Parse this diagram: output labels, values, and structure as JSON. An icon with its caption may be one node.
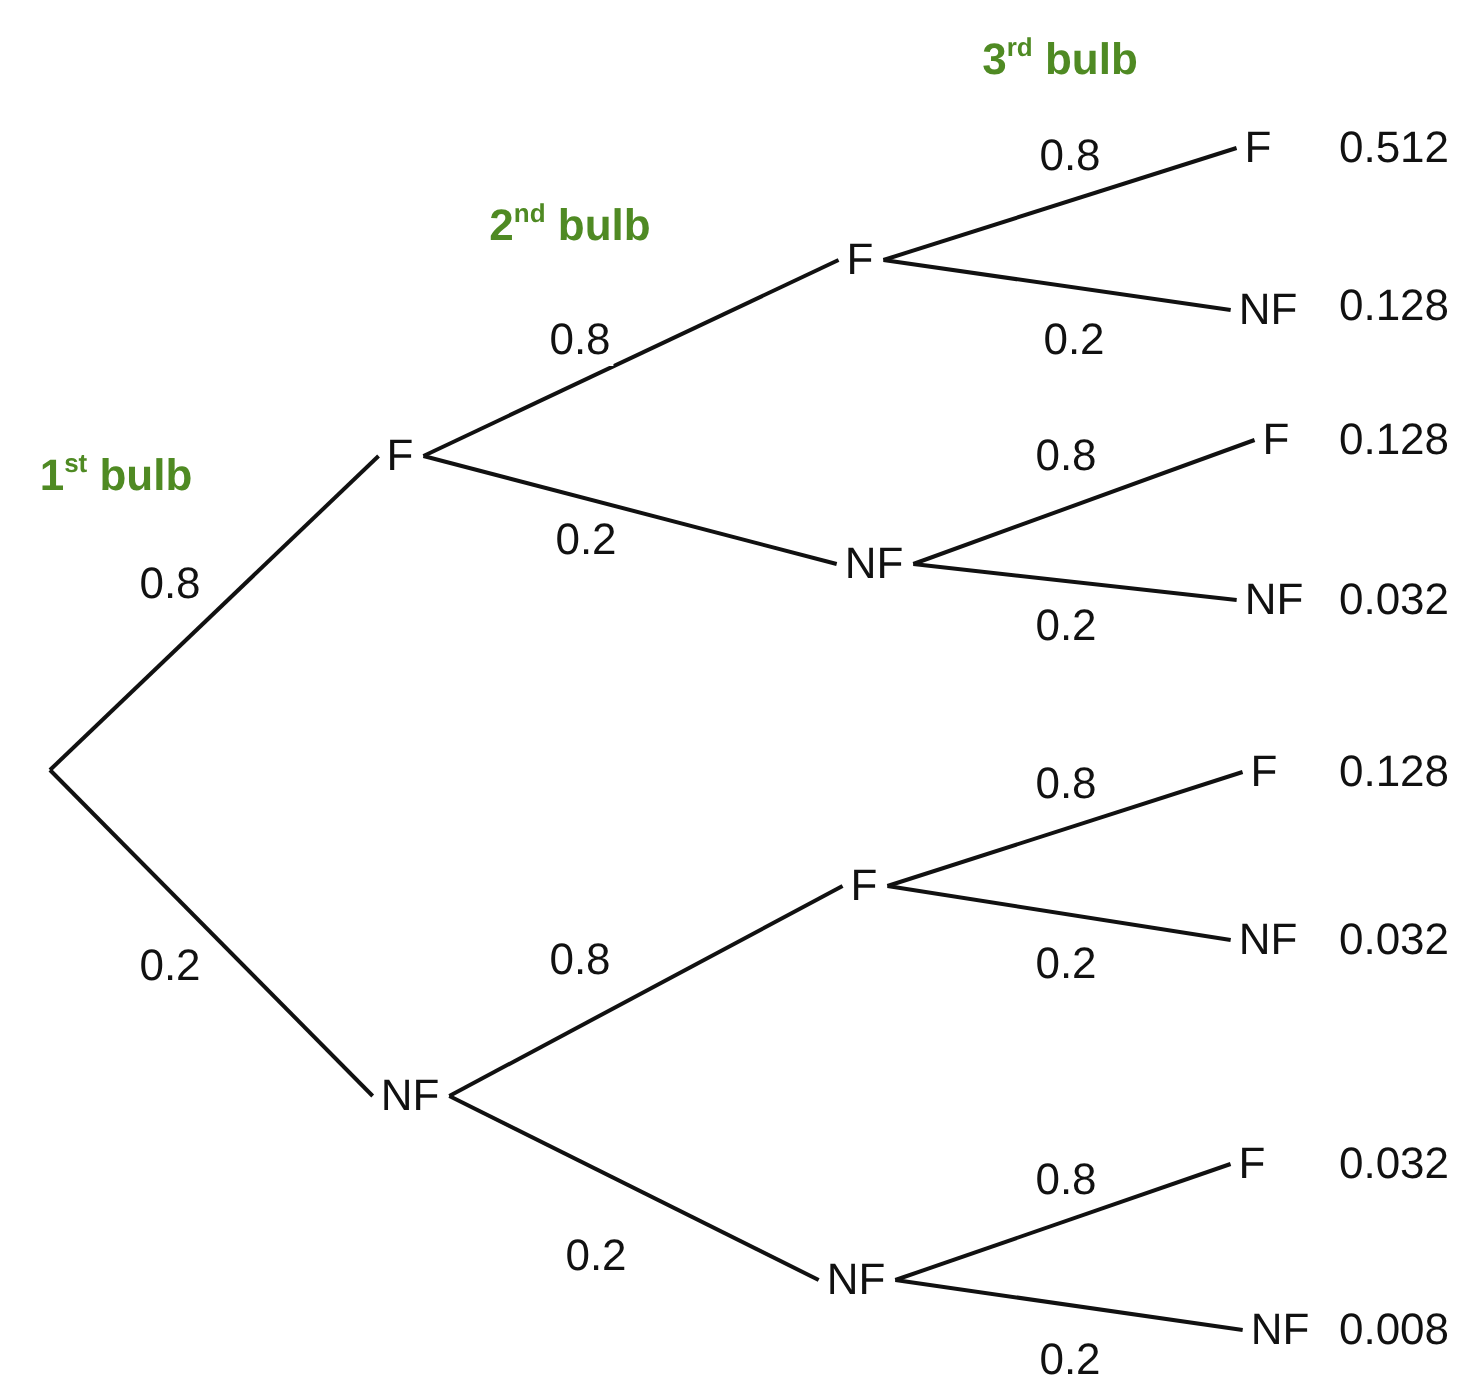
{
  "diagram": {
    "nodes": [
      {
        "text": [
          "F"
        ]
      },
      {
        "text": [
          "NF"
        ]
      },
      {
        "text": [
          "F"
        ]
      },
      {
        "text": [
          "NF"
        ]
      },
      {
        "text": [
          "F"
        ]
      },
      {
        "text": [
          "NF"
        ]
      },
      {
        "text": [
          "F"
        ],
        "beside": [
          "0.512"
        ]
      },
      {
        "text": [
          "NF"
        ],
        "beside": [
          "0.128"
        ]
      },
      {
        "text": [
          "F"
        ],
        "beside": [
          "0.128"
        ]
      },
      {
        "text": [
          "NF"
        ],
        "beside": [
          "0.032"
        ]
      },
      {
        "text": [
          "F"
        ],
        "beside": [
          "0.128"
        ]
      },
      {
        "text": [
          "NF"
        ],
        "beside": [
          "0.032"
        ]
      },
      {
        "text": [
          "F"
        ],
        "beside": [
          "0.032"
        ]
      },
      {
        "text": [
          "NF"
        ],
        "beside": [
          "0.008"
        ]
      }
    ],
    "edges": [
      {
        "from": null,
        "to": 0,
        "arrow": "none",
        "label": "0.8"
      },
      {
        "from": null,
        "to": 1,
        "arrow": "none",
        "label": "0.2"
      },
      {
        "from": 0,
        "to": 2,
        "arrow": "none",
        "label": "0.8"
      },
      {
        "from": 0,
        "to": 3,
        "arrow": "none",
        "label": "0.2"
      },
      {
        "from": 1,
        "to": 4,
        "arrow": "none",
        "label": "0.8"
      },
      {
        "from": 1,
        "to": 5,
        "arrow": "none",
        "label": "0.2"
      },
      {
        "from": 2,
        "to": 6,
        "arrow": "none",
        "label": "0.8"
      },
      {
        "from": 2,
        "to": 7,
        "arrow": "none",
        "label": "0.2"
      },
      {
        "from": 3,
        "to": 8,
        "arrow": "none",
        "label": "0.8"
      },
      {
        "from": 3,
        "to": 9,
        "arrow": "none",
        "label": "0.2"
      },
      {
        "from": 4,
        "to": 10,
        "arrow": "none",
        "label": "0.8"
      },
      {
        "from": 4,
        "to": 11,
        "arrow": "none",
        "label": "0.2"
      },
      {
        "from": 5,
        "to": 12,
        "arrow": "none",
        "label": "0.8"
      },
      {
        "from": 5,
        "to": 13,
        "arrow": "none",
        "label": "0.2"
      }
    ],
    "labels": [
      "3$^{rd}$ bulb",
      "2$^{nd}$ bulb",
      "1$^{st}$ bulb"
    ]
  }
}
